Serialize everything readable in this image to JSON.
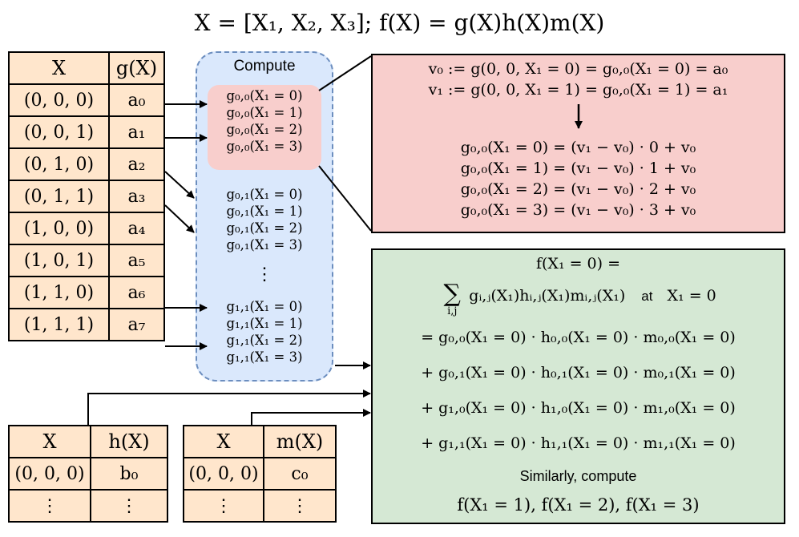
{
  "title": "X = [X₁, X₂, X₃];  f(X) = g(X)h(X)m(X)",
  "g_table": {
    "headers": [
      "X",
      "g(X)"
    ],
    "rows": [
      [
        "(0, 0, 0)",
        "a₀"
      ],
      [
        "(0, 0, 1)",
        "a₁"
      ],
      [
        "(0, 1, 0)",
        "a₂"
      ],
      [
        "(0, 1, 1)",
        "a₃"
      ],
      [
        "(1, 0, 0)",
        "a₄"
      ],
      [
        "(1, 0, 1)",
        "a₅"
      ],
      [
        "(1, 1, 0)",
        "a₆"
      ],
      [
        "(1, 1, 1)",
        "a₇"
      ]
    ]
  },
  "h_table": {
    "headers": [
      "X",
      "h(X)"
    ],
    "row": [
      "(0, 0, 0)",
      "b₀"
    ],
    "ellipsis": [
      "⋮",
      "⋮"
    ]
  },
  "m_table": {
    "headers": [
      "X",
      "m(X)"
    ],
    "row": [
      "(0, 0, 0)",
      "c₀"
    ],
    "ellipsis": [
      "⋮",
      "⋮"
    ]
  },
  "compute": {
    "title": "Compute",
    "group0": [
      "g₀,₀(X₁ = 0)",
      "g₀,₀(X₁ = 1)",
      "g₀,₀(X₁ = 2)",
      "g₀,₀(X₁ = 3)"
    ],
    "group1": [
      "g₀,₁(X₁ = 0)",
      "g₀,₁(X₁ = 1)",
      "g₀,₁(X₁ = 2)",
      "g₀,₁(X₁ = 3)"
    ],
    "dots": "⋮",
    "group2": [
      "g₁,₁(X₁ = 0)",
      "g₁,₁(X₁ = 1)",
      "g₁,₁(X₁ = 2)",
      "g₁,₁(X₁ = 3)"
    ]
  },
  "red_box": {
    "v_lines": [
      "v₀ := g(0, 0, X₁ = 0) = g₀,₀(X₁ = 0) = a₀",
      "v₁ := g(0, 0, X₁ = 1) = g₀,₀(X₁ = 1) = a₁"
    ],
    "interp_lines": [
      "g₀,₀(X₁ = 0) = (v₁ − v₀) · 0 + v₀",
      "g₀,₀(X₁ = 1) = (v₁ − v₀) · 1 + v₀",
      "g₀,₀(X₁ = 2) = (v₁ − v₀) · 2 + v₀",
      "g₀,₀(X₁ = 3) = (v₁ − v₀) · 3 + v₀"
    ]
  },
  "green_box": {
    "heading": "f(X₁ = 0) =",
    "sum_symbol": "∑",
    "sum_sub": "i,j",
    "sum_term": "gᵢ,ⱼ(X₁)hᵢ,ⱼ(X₁)mᵢ,ⱼ(X₁)",
    "at_word": "at",
    "at_value": "X₁ = 0",
    "terms": [
      "= g₀,₀(X₁ = 0) · h₀,₀(X₁ = 0) · m₀,₀(X₁ = 0)",
      "+ g₀,₁(X₁ = 0) · h₀,₁(X₁ = 0) · m₀,₁(X₁ = 0)",
      "+ g₁,₀(X₁ = 0) · h₁,₀(X₁ = 0) · m₁,₀(X₁ = 0)",
      "+ g₁,₁(X₁ = 0) · h₁,₁(X₁ = 0) · m₁,₁(X₁ = 0)"
    ],
    "similarly": "Similarly, compute",
    "final": "f(X₁ = 1), f(X₁ = 2), f(X₁ = 3)"
  }
}
